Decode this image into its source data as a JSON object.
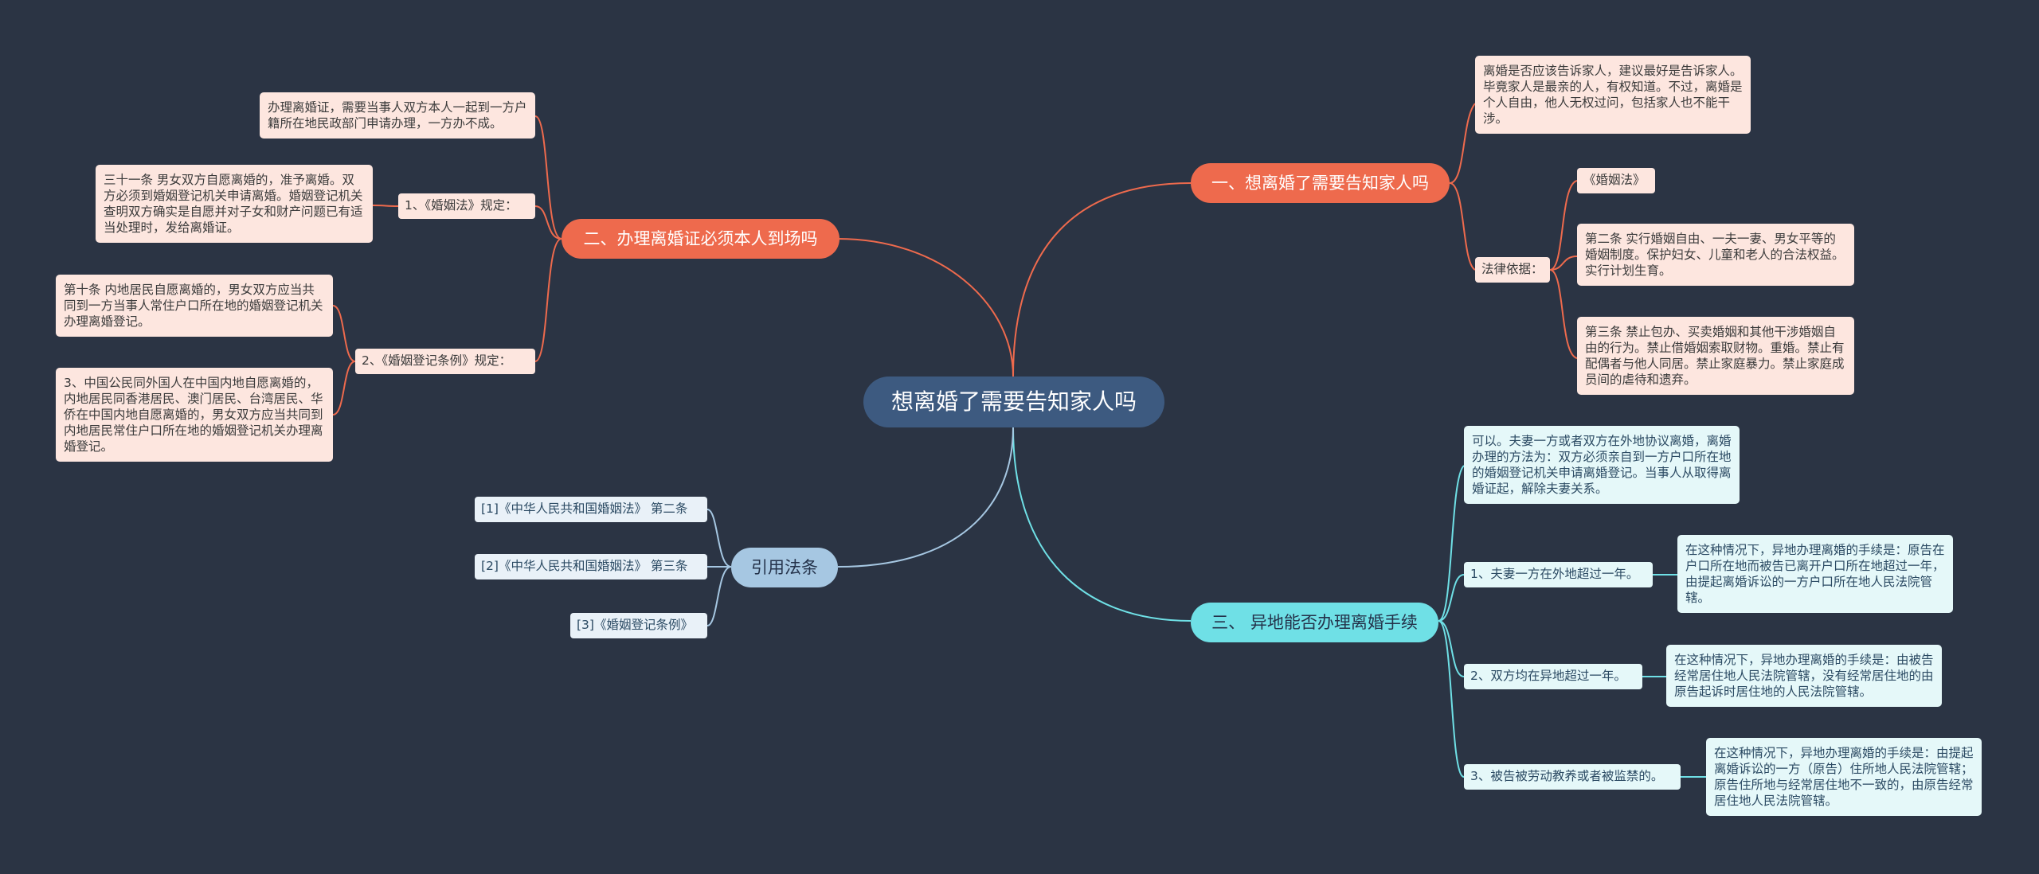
{
  "root": "想离婚了需要告知家人吗",
  "colors": {
    "background": "#2b3444",
    "orange": "#ee6a4d",
    "cyan": "#6fe0e6",
    "blue": "#a6c7e2",
    "root": "#3d5a80"
  },
  "branch1": {
    "title": "一、想离婚了需要告知家人吗",
    "answer": "离婚是否应该告诉家人，建议最好是告诉家人。毕竟家人是最亲的人，有权知道。不过，离婚是个人自由，他人无权过问，包括家人也不能干涉。",
    "basis_label": "法律依据：",
    "law_name": "《婚姻法》",
    "art2": "第二条 实行婚姻自由、一夫一妻、男女平等的婚姻制度。保护妇女、儿童和老人的合法权益。实行计划生育。",
    "art3": "第三条 禁止包办、买卖婚姻和其他干涉婚姻自由的行为。禁止借婚姻索取财物。重婚。禁止有配偶者与他人同居。禁止家庭暴力。禁止家庭成员间的虐待和遗弃。"
  },
  "branch2": {
    "title": "二、办理离婚证必须本人到场吗",
    "intro": "办理离婚证，需要当事人双方本人一起到一方户籍所在地民政部门申请办理，一方办不成。",
    "law1_label": "1、《婚姻法》规定：",
    "law1_text": "三十一条 男女双方自愿离婚的，准予离婚。双方必须到婚姻登记机关申请离婚。婚姻登记机关查明双方确实是自愿并对子女和财产问题已有适当处理时，发给离婚证。",
    "law2_label": "2、《婚姻登记条例》规定：",
    "law2_text1": "第十条 内地居民自愿离婚的，男女双方应当共同到一方当事人常住户口所在地的婚姻登记机关办理离婚登记。",
    "law2_text2": "3、中国公民同外国人在中国内地自愿离婚的，内地居民同香港居民、澳门居民、台湾居民、华侨在中国内地自愿离婚的，男女双方应当共同到内地居民常住户口所在地的婚姻登记机关办理离婚登记。"
  },
  "branch3": {
    "title": "三、 异地能否办理离婚手续",
    "answer": "可以。夫妻一方或者双方在外地协议离婚，离婚办理的方法为：双方必须亲自到一方户口所在地的婚姻登记机关申请离婚登记。当事人从取得离婚证起，解除夫妻关系。",
    "case1_label": "1、夫妻一方在外地超过一年。",
    "case1_text": "在这种情况下，异地办理离婚的手续是：原告在户口所在地而被告已离开户口所在地超过一年，由提起离婚诉讼的一方户口所在地人民法院管辖。",
    "case2_label": "2、双方均在异地超过一年。",
    "case2_text": "在这种情况下，异地办理离婚的手续是：由被告经常居住地人民法院管辖，没有经常居住地的由原告起诉时居住地的人民法院管辖。",
    "case3_label": "3、被告被劳动教养或者被监禁的。",
    "case3_text": "在这种情况下，异地办理离婚的手续是：由提起离婚诉讼的一方（原告）住所地人民法院管辖；原告住所地与经常居住地不一致的，由原告经常居住地人民法院管辖。"
  },
  "branch4": {
    "title": "引用法条",
    "ref1": "[1]《中华人民共和国婚姻法》 第二条",
    "ref2": "[2]《中华人民共和国婚姻法》 第三条",
    "ref3": "[3]《婚姻登记条例》"
  }
}
